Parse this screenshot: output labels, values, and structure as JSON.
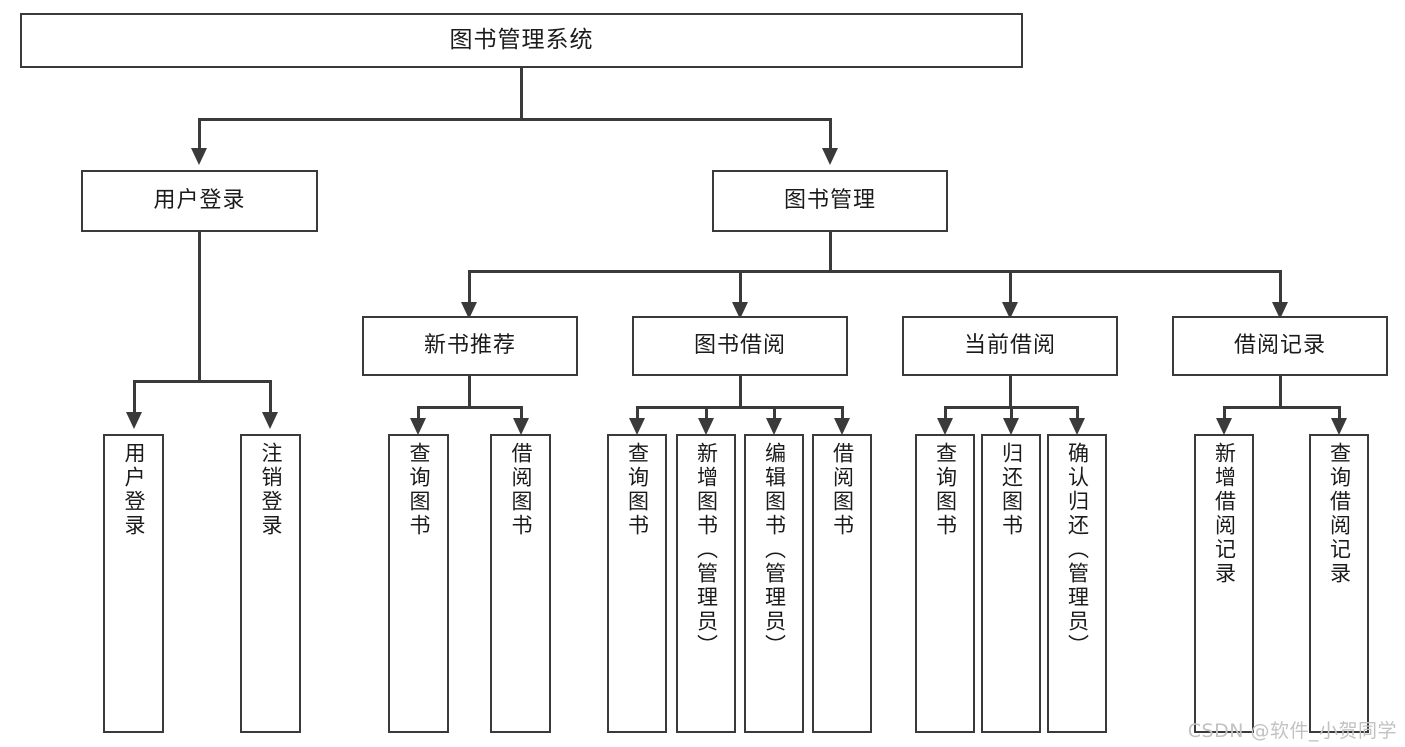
{
  "diagram": {
    "type": "tree-hierarchy-chart",
    "title": "图书管理系统",
    "watermark": "CSDN @软件_小贺同学",
    "colors": {
      "stroke": "#3a3a3a",
      "fill": "#ffffff",
      "text": "#1b1b1b",
      "watermark": "#c2c2c2"
    },
    "levels": {
      "level1": [
        {
          "id": "root",
          "label": "图书管理系统"
        }
      ],
      "level2": [
        {
          "id": "user-login",
          "label": "用户登录"
        },
        {
          "id": "book-management",
          "label": "图书管理"
        }
      ],
      "level3": [
        {
          "id": "new-book-recommend",
          "label": "新书推荐"
        },
        {
          "id": "book-borrow",
          "label": "图书借阅"
        },
        {
          "id": "current-borrow",
          "label": "当前借阅"
        },
        {
          "id": "borrow-record",
          "label": "借阅记录"
        }
      ],
      "level4": {
        "user-login": [
          {
            "id": "leaf-user-login",
            "label": "用户登录"
          },
          {
            "id": "leaf-user-logout",
            "label": "注销登录"
          }
        ],
        "new-book-recommend": [
          {
            "id": "leaf-query-book-1",
            "label": "查询图书"
          },
          {
            "id": "leaf-borrow-book-1",
            "label": "借阅图书"
          }
        ],
        "book-borrow": [
          {
            "id": "leaf-query-book-2",
            "label": "查询图书"
          },
          {
            "id": "leaf-add-book",
            "label": "新增图书（管理员）"
          },
          {
            "id": "leaf-edit-book",
            "label": "编辑图书（管理员）"
          },
          {
            "id": "leaf-borrow-book-2",
            "label": "借阅图书"
          }
        ],
        "current-borrow": [
          {
            "id": "leaf-query-book-3",
            "label": "查询图书"
          },
          {
            "id": "leaf-return-book",
            "label": "归还图书"
          },
          {
            "id": "leaf-confirm-return",
            "label": "确认归还（管理员）"
          }
        ],
        "borrow-record": [
          {
            "id": "leaf-add-record",
            "label": "新增借阅记录"
          },
          {
            "id": "leaf-query-record",
            "label": "查询借阅记录"
          }
        ]
      }
    }
  }
}
